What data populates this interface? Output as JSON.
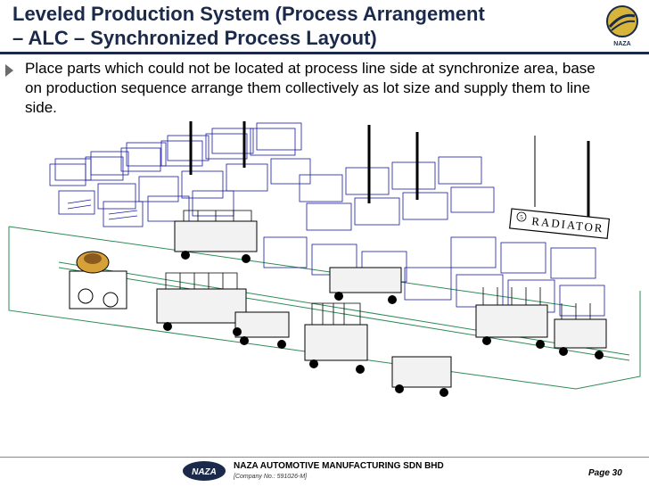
{
  "header": {
    "title_line1": "Leveled Production System (Process Arrangement",
    "title_line2": "– ALC – Synchronized Process Layout)",
    "logo_text": "NAZA"
  },
  "content": {
    "bullet_text": "Place parts which could not be located at process line side at synchronize area, base on production sequence arrange them collectively as lot size and supply them to line side."
  },
  "diagram": {
    "sign_label": "RADIATOR",
    "sign_number": "5"
  },
  "footer": {
    "logo_text": "NAZA",
    "company": "NAZA AUTOMOTIVE MANUFACTURING SDN BHD",
    "company_no": "[Company No.: 591026-M]",
    "page": "Page 30"
  },
  "colors": {
    "title": "#1b2a4a",
    "diagram_lines": "#1a1aa6",
    "logo_gold": "#d7b43a"
  }
}
